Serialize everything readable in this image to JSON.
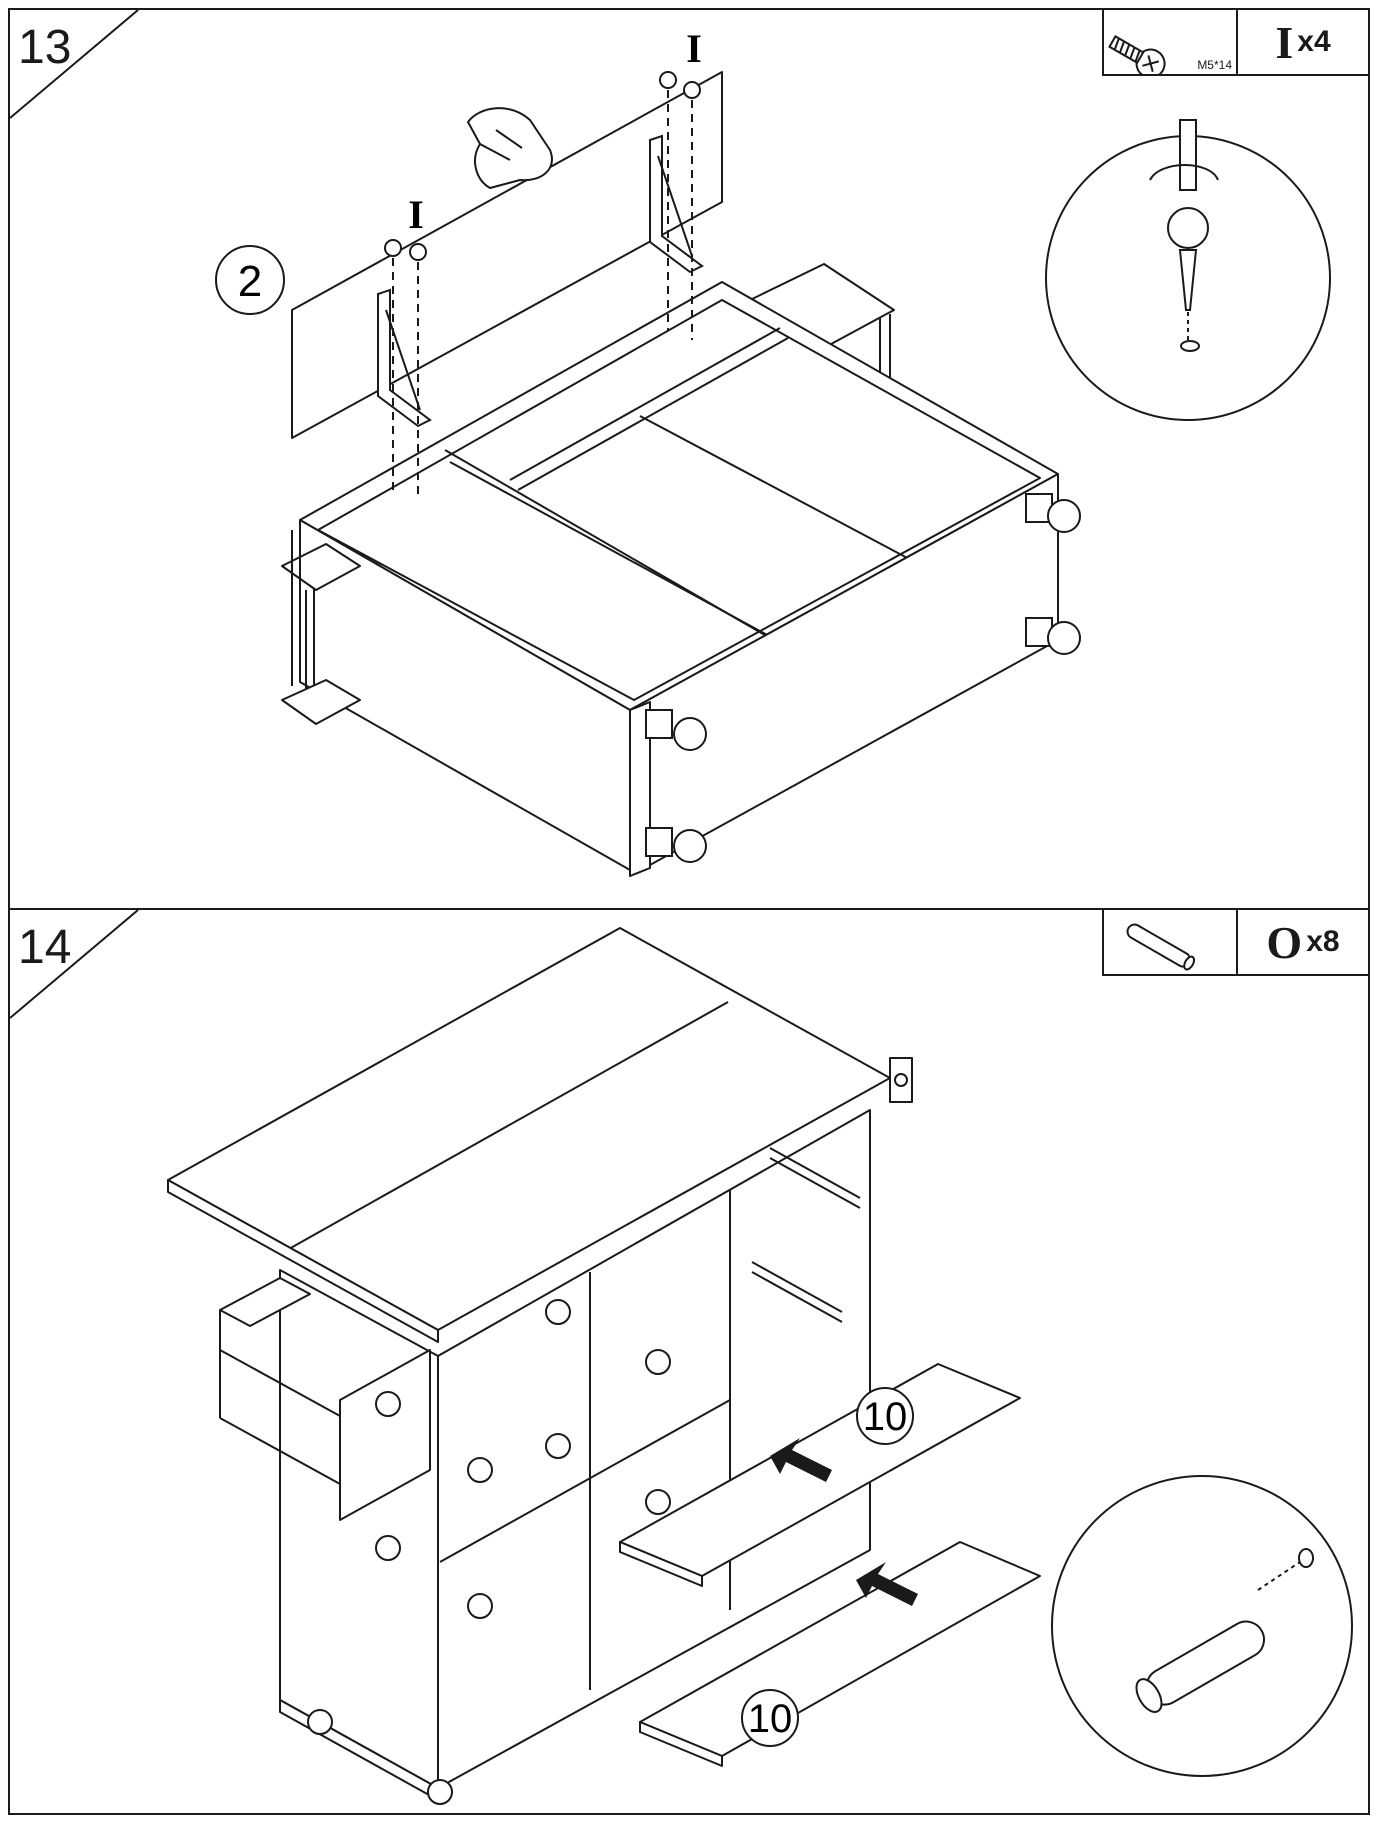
{
  "steps": [
    {
      "number": "13",
      "parts": {
        "letter": "I",
        "multiplier": "x4",
        "size_label": "M5*14",
        "icon": "screw-icon"
      },
      "labels": {
        "part_ref": "2",
        "hardware_left": "I",
        "hardware_right": "I"
      }
    },
    {
      "number": "14",
      "parts": {
        "letter": "O",
        "multiplier": "x8",
        "icon": "dowel-icon"
      },
      "labels": {
        "shelf_upper": "10",
        "shelf_lower": "10"
      }
    }
  ]
}
